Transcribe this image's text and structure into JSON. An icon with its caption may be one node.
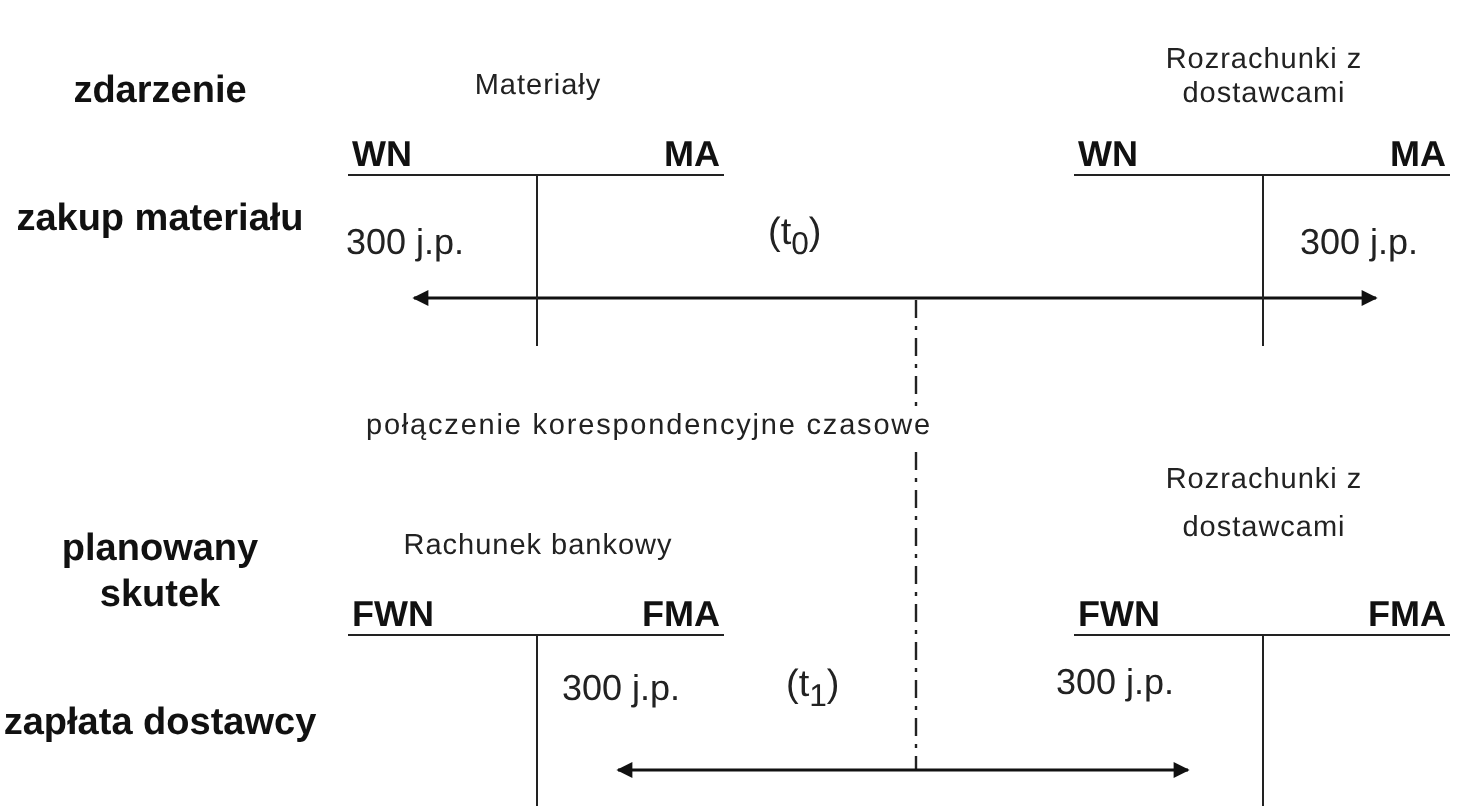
{
  "diagram": {
    "nodes": [
      {
        "text": [
          "Materiały",
          "WN",
          "MA"
        ]
      },
      {
        "text": [
          "300 j.p."
        ]
      },
      {
        "text": [
          "Rozrachunki z dostawcami",
          "WN",
          "MA"
        ]
      },
      {
        "text": [
          "300 j.p."
        ]
      },
      {
        "text": [
          "Rachunek bankowy",
          "FWN",
          "FMA"
        ]
      },
      {
        "text": [
          "300 j.p."
        ]
      },
      {
        "text": [
          "Rozrachunki z dostawcami",
          "FWN",
          "FMA"
        ]
      },
      {
        "text": [
          "300 j.p."
        ]
      }
    ],
    "edges": [
      {
        "from": 1,
        "to": 3,
        "arrow": "both"
      },
      {
        "from": 5,
        "to": 7,
        "arrow": "both"
      }
    ],
    "labels": [
      "zdarzenie",
      "zakup materiału",
      "(t$_{0}$)",
      "połączenie korespondencyjne czasowe",
      "planowany skutek",
      "zapłata dostawcy",
      "(t$_{1}$)"
    ]
  }
}
